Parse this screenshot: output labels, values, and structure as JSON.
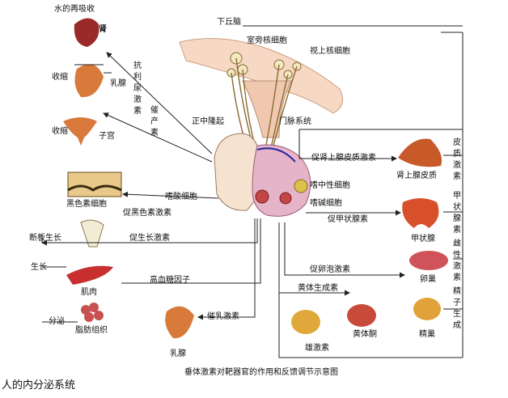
{
  "title_bottom_left": "人的内分泌系统",
  "caption": "垂体激素对靶器官的作用和反馈调节示意图",
  "hypothalamus": {
    "label": "下丘脑",
    "paraventricular": "室旁核细胞",
    "supraoptic": "视上核细胞",
    "median_eminence": "正中隆起",
    "portal_system": "门脉系统"
  },
  "pituitary_cells": {
    "acidophil": "嗜酸细胞",
    "chromophobe": "嗜中性细胞",
    "basophil": "嗜碱细胞"
  },
  "left_side": {
    "water_reabsorption": "水的再吸收",
    "kidney": "肾",
    "adh_vertical": "抗利尿激素",
    "contract1": "收缩",
    "mammary_gland": "乳腺",
    "oxytocin_vertical": "催产素",
    "contract2": "收缩",
    "uterus": "子宫",
    "melanocyte": "黑色素细胞",
    "msh": "促黑色素激素",
    "epiphysis_closure": "断板生长",
    "growth_hormone": "促生长激素",
    "growth": "生长",
    "muscle": "肌肉",
    "hyperglycemic": "高血糖因子",
    "secretion": "分泌",
    "adipose": "脂肪组织",
    "prolactin": "催乳激素",
    "breast": "乳腺"
  },
  "right_side": {
    "acth": "促肾上腺皮质激素",
    "adrenal_cortex": "肾上腺皮质",
    "cortical_hormone_vertical": "皮质激素",
    "tsh": "促甲状腺素",
    "thyroid": "甲状腺",
    "thyroxine_vertical": "甲状腺素",
    "fsh": "促卵泡激素",
    "ovary": "卵巢",
    "estrogen_vertical": "雌性激素",
    "lh": "黄体生成素",
    "progesterone": "黄体酮",
    "testis": "精巢",
    "spermatogenesis_vertical": "精子生成",
    "androgen": "雄激素"
  }
}
